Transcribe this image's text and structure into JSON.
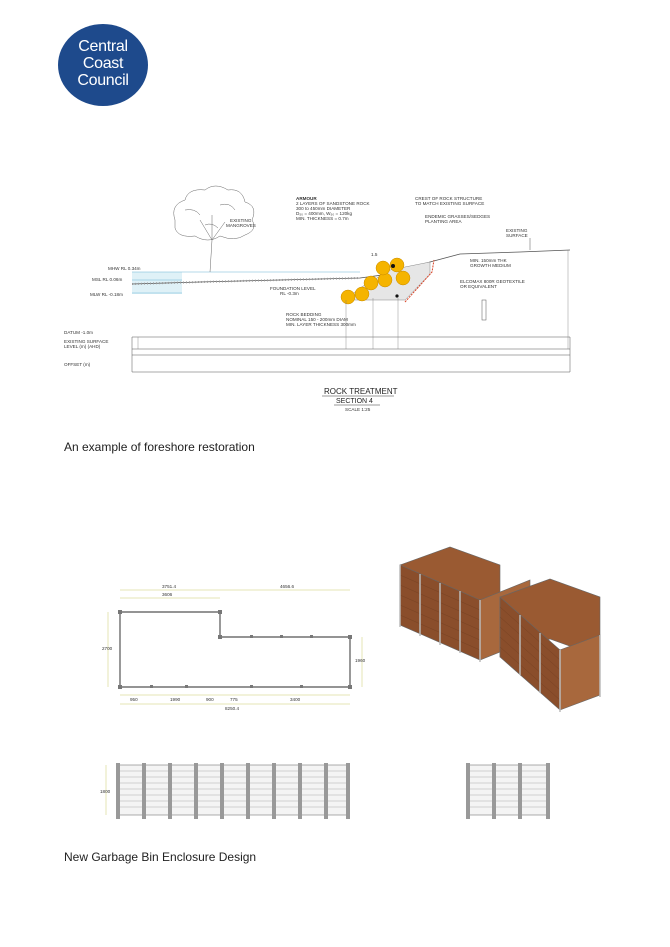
{
  "logo": {
    "line1": "Central",
    "line2": "Coast",
    "line3": "Council",
    "color": "#1e4a8c"
  },
  "section": {
    "armour_title": "ARMOUR",
    "armour_l1": "2 LAYERS OF SANDSTONE ROCK",
    "armour_l2": "300 to 450mm DIAMETER",
    "armour_l3": "D₅₀ = 400mm, W₅₀ = 120kg",
    "armour_l4": "MIN. THICKNESS = 0.7m",
    "crest_l1": "CREST OF ROCK STRUCTURE",
    "crest_l2": "TO MATCH EXISTING SURFACE",
    "endemic_l1": "ENDEMIC GRASSES/SEDGES",
    "endemic_l2": "PLANTING AREA",
    "existing_l1": "EXISTING",
    "existing_l2": "SURFACE",
    "mangroves_l1": "EXISTING",
    "mangroves_l2": "MANGROVES",
    "mhw": "MHW RL 0.34m",
    "msl": "MSL RL 0.06m",
    "mlw": "MLW RL -0.18m",
    "slope": "1.5",
    "growth_l1": "MIN. 150mm THK",
    "growth_l2": "GROWTH MEDIUM",
    "geotextile_l1": "ELCOMAX 800R GEOTEXTILE",
    "geotextile_l2": "OR EQUIVALENT",
    "foundation_l1": "FOUNDATION LEVEL",
    "foundation_l2": "RL -0.3m",
    "bedding_l1": "ROCK BEDDING",
    "bedding_l2": "NOMINAL 150 - 200mm DIAM",
    "bedding_l3": "MIN. LAYER THICKNESS 300mm",
    "datum": "DATUM -1.0m",
    "surface_l1": "EXISTING SURFACE",
    "surface_l2": "LEVEL (m) (AHD)",
    "offset": "OFFSET (m)",
    "title": "ROCK TREATMENT",
    "subtitle": "SECTION 4",
    "scale": "SCALE 1:25"
  },
  "captions": {
    "foreshore": "An example of foreshore restoration",
    "enclosure": "New Garbage Bin Enclosure Design"
  },
  "plan": {
    "dim_top_left": "3751.4",
    "dim_top_right": "4656.6",
    "dim_inner": "3606",
    "dim_left": "2700",
    "dim_right": "1960",
    "dim_b1": "950",
    "dim_b2": "1990",
    "dim_b3": "900",
    "dim_b4": "775",
    "dim_b5": "3400",
    "dim_total": "8250.4"
  },
  "elevation": {
    "height": "1800"
  }
}
